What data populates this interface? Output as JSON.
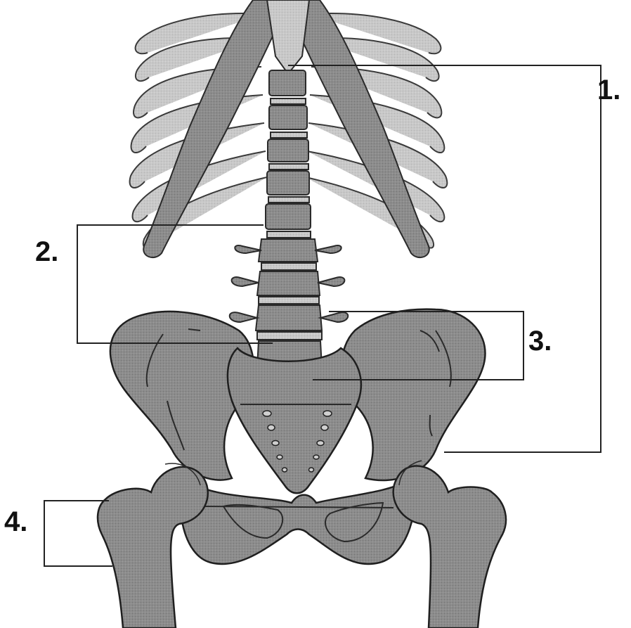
{
  "colors": {
    "bone": "#8a8a8a",
    "bone_dark": "#767676",
    "cartilage": "#c9c9c9",
    "outline": "#2a2a2a",
    "bracket": "#222222",
    "background": "#ffffff"
  },
  "labels": {
    "l1": "1.",
    "l2": "2.",
    "l3": "3.",
    "l4": "4."
  }
}
